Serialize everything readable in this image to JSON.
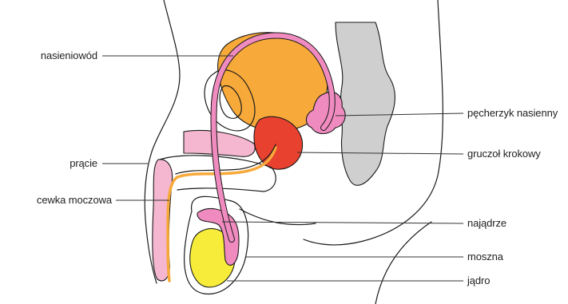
{
  "labels": {
    "vas_deferens": "nasieniowód",
    "penis": "prącie",
    "urethra": "cewka moczowa",
    "seminal_vesicle": "pęcherzyk nasienny",
    "prostate": "gruczoł krokowy",
    "epididymis": "najądrze",
    "scrotum": "moszna",
    "testis": "jądro"
  },
  "colors": {
    "bladder": "#F7A93A",
    "vas_and_vesicles": "#F08BC0",
    "prostate": "#E8412F",
    "testis": "#F7EC3A",
    "rectum": "#CFCFCF",
    "penis_tissue": "#F4B7CF",
    "outline": "#1A1A1A"
  }
}
